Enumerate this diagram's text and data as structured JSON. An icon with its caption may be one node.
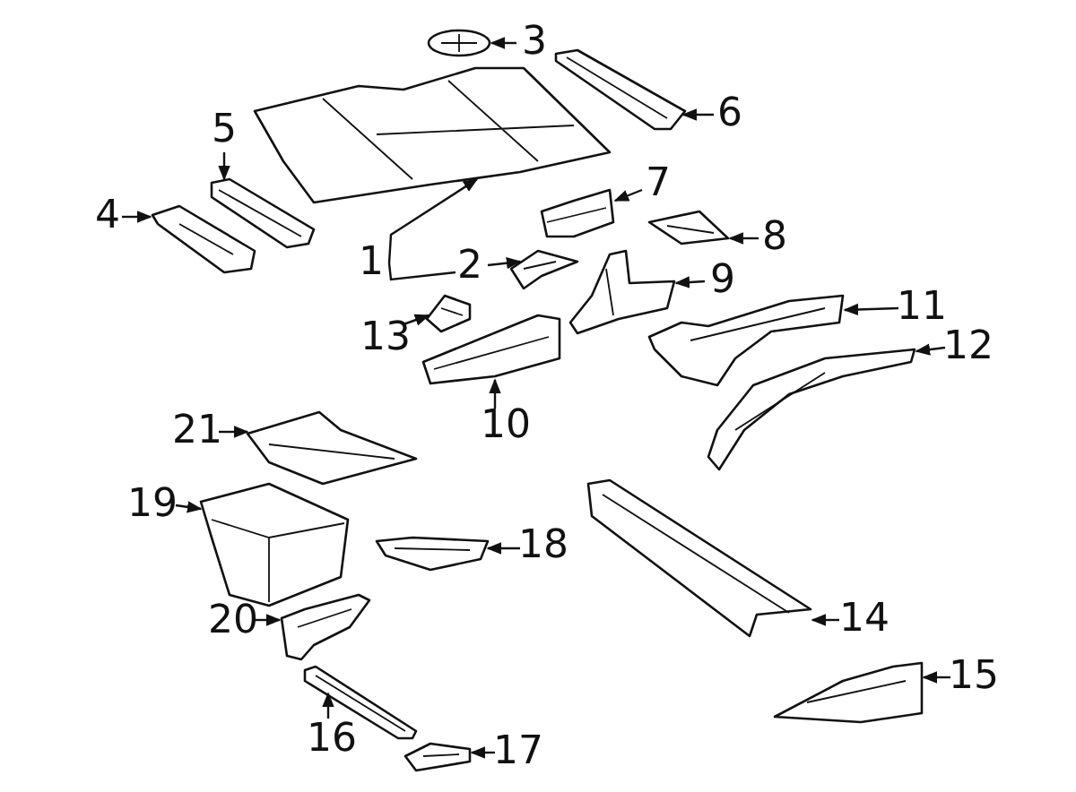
{
  "diagram": {
    "nodes": [
      {
        "text": [
          "1"
        ]
      },
      {
        "text": [
          "2"
        ]
      },
      {
        "text": [
          "3"
        ]
      },
      {
        "text": [
          "4"
        ]
      },
      {
        "text": [
          "5"
        ]
      },
      {
        "text": [
          "6"
        ]
      },
      {
        "text": [
          "7"
        ]
      },
      {
        "text": [
          "8"
        ]
      },
      {
        "text": [
          "9"
        ]
      },
      {
        "text": [
          "10"
        ]
      },
      {
        "text": [
          "11"
        ]
      },
      {
        "text": [
          "12"
        ]
      },
      {
        "text": [
          "13"
        ]
      },
      {
        "text": [
          "14"
        ]
      },
      {
        "text": [
          "15"
        ]
      },
      {
        "text": [
          "16"
        ]
      },
      {
        "text": [
          "17"
        ]
      },
      {
        "text": [
          "18"
        ]
      },
      {
        "text": [
          "19"
        ]
      },
      {
        "text": [
          "20"
        ]
      },
      {
        "text": [
          "21"
        ]
      },
      {
        "text": [],
        "shape": "picture"
      },
      {
        "text": [],
        "shape": "picture"
      },
      {
        "text": [],
        "shape": "picture"
      },
      {
        "text": [],
        "shape": "picture"
      },
      {
        "text": [],
        "shape": "picture"
      },
      {
        "text": [],
        "shape": "picture"
      },
      {
        "text": [],
        "shape": "picture"
      },
      {
        "text": [],
        "shape": "picture"
      },
      {
        "text": [],
        "shape": "picture"
      },
      {
        "text": [],
        "shape": "picture"
      },
      {
        "text": [],
        "shape": "picture"
      },
      {
        "text": [],
        "shape": "picture"
      },
      {
        "text": [],
        "shape": "picture"
      },
      {
        "text": [],
        "shape": "picture"
      },
      {
        "text": [],
        "shape": "picture"
      },
      {
        "text": [],
        "shape": "picture"
      },
      {
        "text": [],
        "shape": "picture"
      },
      {
        "text": [],
        "shape": "picture"
      },
      {
        "text": [],
        "shape": "picture"
      },
      {
        "text": [],
        "shape": "picture"
      },
      {
        "text": [],
        "shape": "picture"
      }
    ],
    "edges": [
      {
        "from": 0,
        "to": 21,
        "arrow": "to"
      },
      {
        "from": 1,
        "to": 22,
        "arrow": "to"
      },
      {
        "from": 2,
        "to": 23,
        "arrow": "to"
      },
      {
        "from": 3,
        "to": 24,
        "arrow": "to"
      },
      {
        "from": 4,
        "to": 25,
        "arrow": "to"
      },
      {
        "from": 5,
        "to": 26,
        "arrow": "to"
      },
      {
        "from": 6,
        "to": 27,
        "arrow": "to"
      },
      {
        "from": 7,
        "to": 28,
        "arrow": "to"
      },
      {
        "from": 8,
        "to": 29,
        "arrow": "to"
      },
      {
        "from": 9,
        "to": 30,
        "arrow": "to"
      },
      {
        "from": 10,
        "to": 31,
        "arrow": "to"
      },
      {
        "from": 11,
        "to": 32,
        "arrow": "to"
      },
      {
        "from": 12,
        "to": 33,
        "arrow": "to"
      },
      {
        "from": 13,
        "to": 34,
        "arrow": "to"
      },
      {
        "from": 14,
        "to": 35,
        "arrow": "to"
      },
      {
        "from": 15,
        "to": 36,
        "arrow": "to"
      },
      {
        "from": 16,
        "to": 37,
        "arrow": "to"
      },
      {
        "from": 17,
        "to": 38,
        "arrow": "to"
      },
      {
        "from": 18,
        "to": 39,
        "arrow": "to"
      },
      {
        "from": 19,
        "to": 40,
        "arrow": "to"
      },
      {
        "from": 20,
        "to": 41,
        "arrow": "to"
      },
      {
        "from": 0,
        "to": 1,
        "arrow": "none"
      }
    ]
  }
}
